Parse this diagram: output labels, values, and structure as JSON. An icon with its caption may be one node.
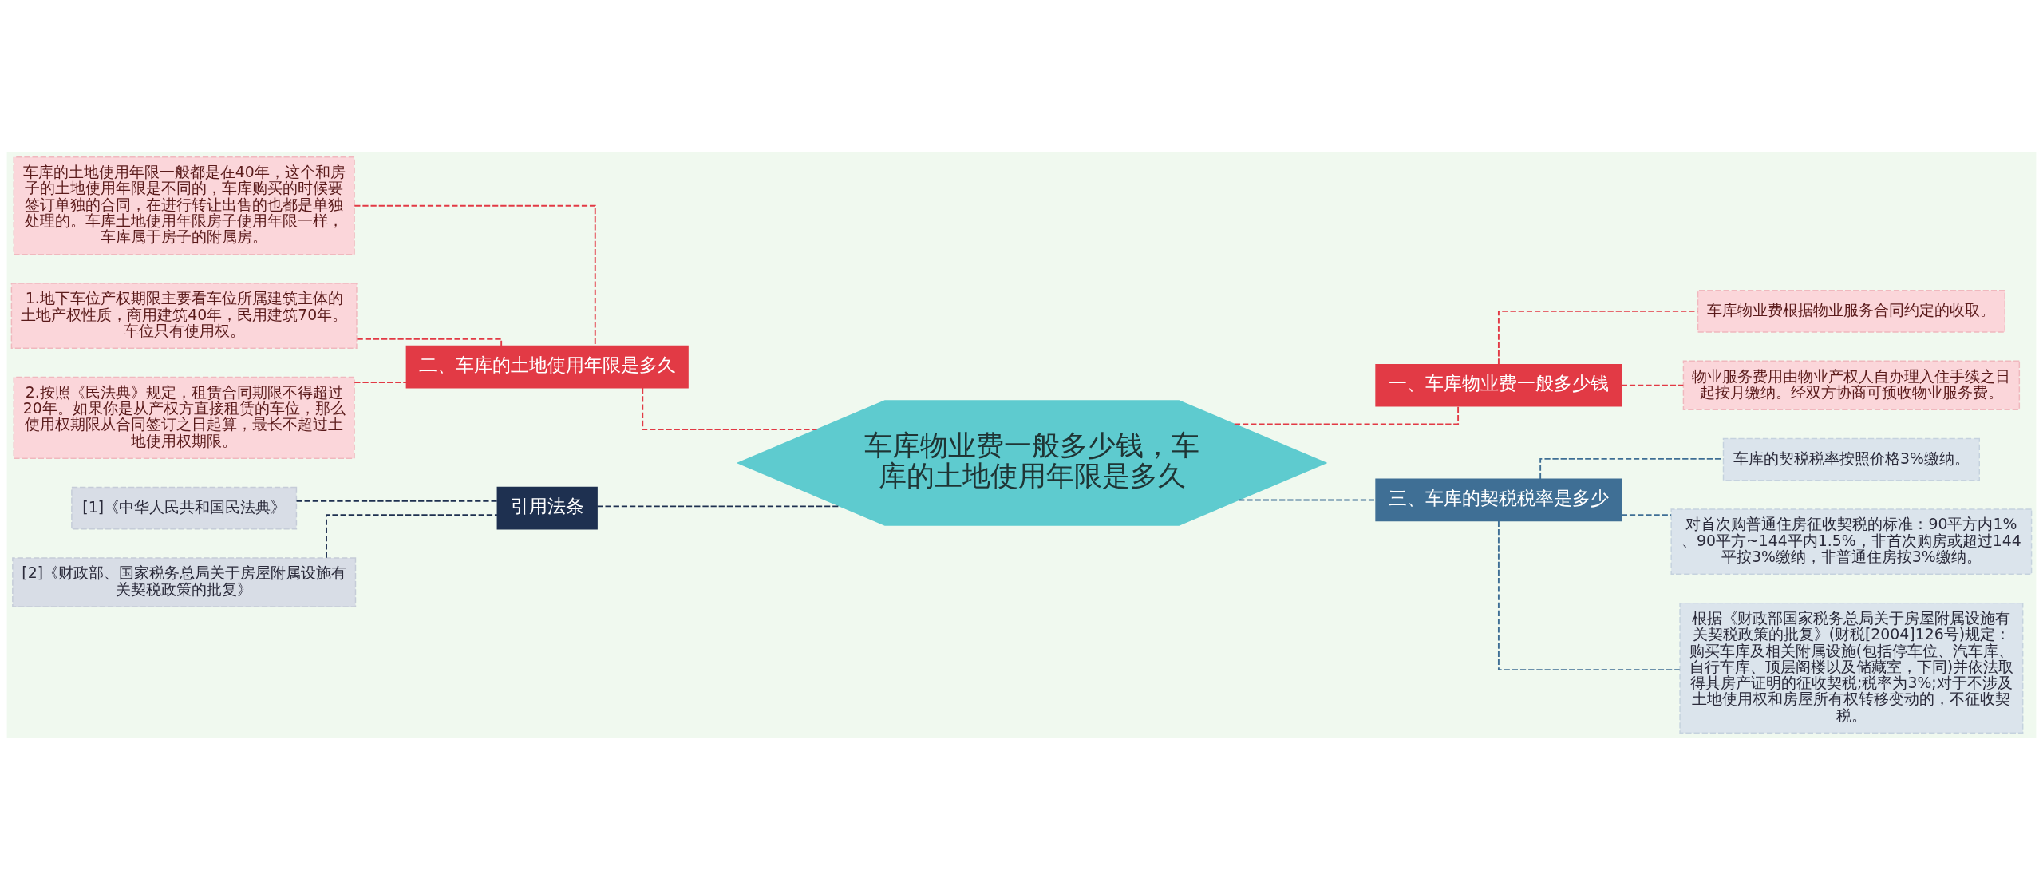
{
  "diagram": {
    "nodes": [
      {
        "text": [
          "车库物业费一般多少钱，车库的土地使用年限是多久"
        ]
      },
      {
        "text": [
          "二、车库的土地使用年限是多久"
        ]
      },
      {
        "text": [
          "车库的土地使用年限一般都是在40年，这个和房子的土地使用年限是不同的，车库购买的时候要签订单独的合同，在进行转让出售的也都是单独处理的。车库土地使用年限房子使用年限一样，车库属于房子的附属房。"
        ]
      },
      {
        "text": [
          "1.地下车位产权期限主要看车位所属建筑主体的土地产权性质，商用建筑40年，民用建筑70年。车位只有使用权。"
        ]
      },
      {
        "text": [
          "2.按照《民法典》规定，租赁合同期限不得超过20年。如果你是从产权方直接租赁的车位，那么使用权期限从合同签订之日起算，最长不超过土地使用权期限。"
        ]
      },
      {
        "text": [
          "引用法条"
        ]
      },
      {
        "text": [
          "[1]《中华人民共和国民法典》"
        ]
      },
      {
        "text": [
          "[2]《财政部、国家税务总局关于房屋附属设施有关契税政策的批复》"
        ]
      },
      {
        "text": [
          "一、车库物业费一般多少钱"
        ]
      },
      {
        "text": [
          "车库物业费根据物业服务合同约定的收取。"
        ]
      },
      {
        "text": [
          "物业服务费用由物业产权人自办理入住手续之日起按月缴纳。经双方协商可预收物业服务费。"
        ]
      },
      {
        "text": [
          "三、车库的契税税率是多少"
        ]
      },
      {
        "text": [
          "车库的契税税率按照价格3%缴纳。"
        ]
      },
      {
        "text": [
          "对首次购普通住房征收契税的标准：90平方内1%、90平方~144平内1.5%，非首次购房或超过144平按3%缴纳，非普通住房按3%缴纳。"
        ]
      },
      {
        "text": [
          "根据《财政部国家税务总局关于房屋附属设施有关契税政策的批复》(财税[2004]126号)规定：购买车库及相关附属设施(包括停车位、汽车库、自行车库、顶层阁楼以及储藏室，下同)并依法取得其房产证明的征收契税;税率为3%;对于不涉及土地使用权和房屋所有权转移变动的，不征收契税。"
        ]
      }
    ],
    "edges": [
      {
        "from": 0,
        "to": 1,
        "arrow": "none",
        "style": "dashed"
      },
      {
        "from": 1,
        "to": 2,
        "arrow": "none",
        "style": "dashed"
      },
      {
        "from": 1,
        "to": 3,
        "arrow": "none",
        "style": "dashed"
      },
      {
        "from": 1,
        "to": 4,
        "arrow": "none",
        "style": "dashed"
      },
      {
        "from": 0,
        "to": 5,
        "arrow": "none",
        "style": "dashed",
        "color": "#1e3050"
      },
      {
        "from": 5,
        "to": 6,
        "arrow": "none",
        "style": "dashed",
        "color": "#1e3050"
      },
      {
        "from": 5,
        "to": 7,
        "arrow": "none",
        "style": "dashed",
        "color": "#1e3050"
      },
      {
        "from": 0,
        "to": 8,
        "arrow": "none",
        "style": "dashed"
      },
      {
        "from": 8,
        "to": 9,
        "arrow": "none",
        "style": "dashed"
      },
      {
        "from": 8,
        "to": 10,
        "arrow": "none",
        "style": "dashed"
      },
      {
        "from": 0,
        "to": 11,
        "arrow": "none",
        "style": "dashed",
        "color": "#3f6f95"
      },
      {
        "from": 11,
        "to": 12,
        "arrow": "none",
        "style": "dashed",
        "color": "#3f6f95"
      },
      {
        "from": 11,
        "to": 13,
        "arrow": "none",
        "style": "dashed",
        "color": "#3f6f95"
      },
      {
        "from": 11,
        "to": 14,
        "arrow": "none",
        "style": "dashed",
        "color": "#3f6f95"
      }
    ]
  }
}
